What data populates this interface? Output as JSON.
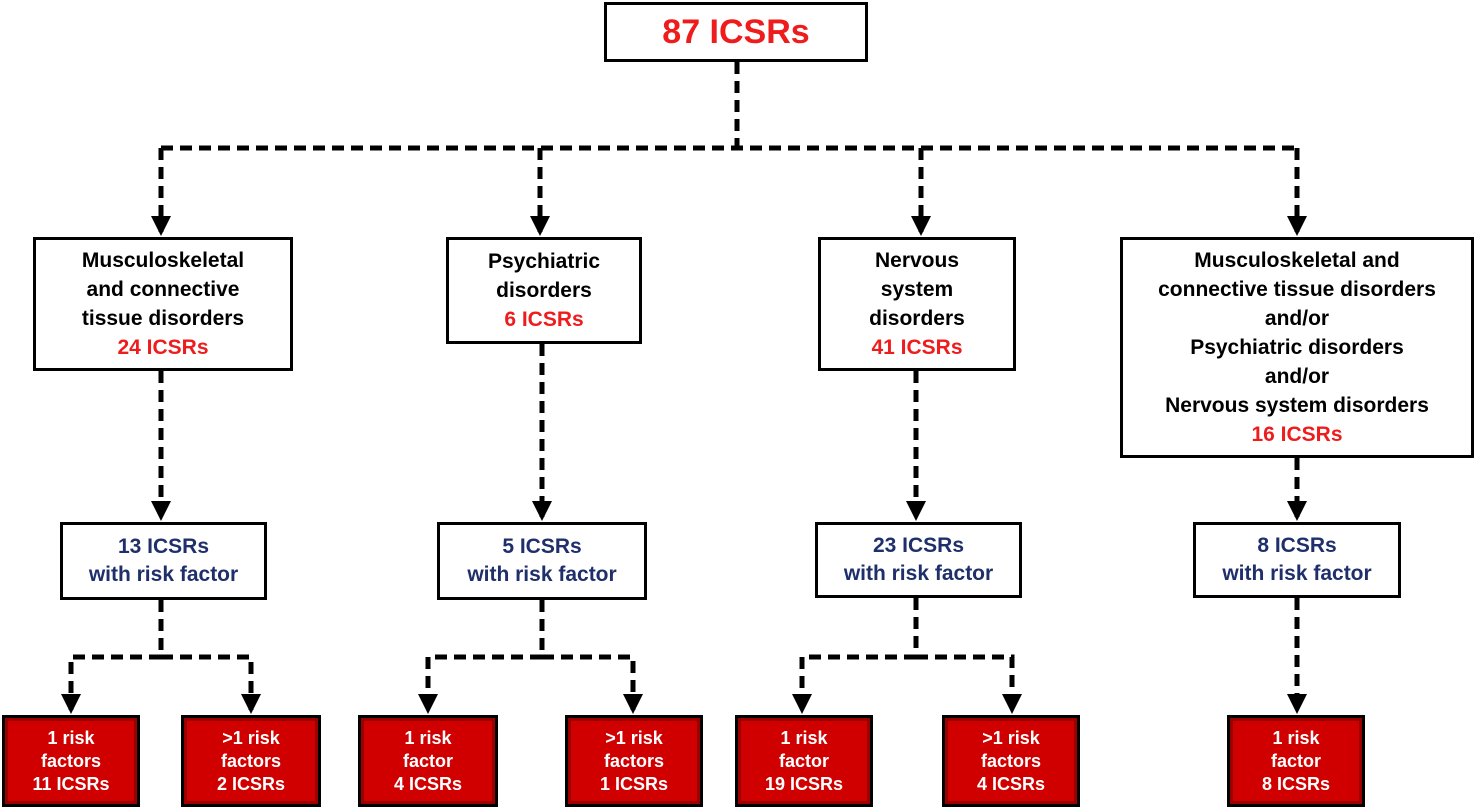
{
  "root": {
    "label": "87 ICSRs"
  },
  "categories": [
    {
      "lines": [
        "Musculoskeletal",
        "and connective",
        "tissue disorders"
      ],
      "count": "24 ICSRs"
    },
    {
      "lines": [
        "Psychiatric",
        "disorders"
      ],
      "count": "6 ICSRs"
    },
    {
      "lines": [
        "Nervous",
        "system",
        "disorders"
      ],
      "count": "41 ICSRs"
    },
    {
      "lines": [
        "Musculoskeletal and",
        "connective tissue disorders",
        "and/or",
        "Psychiatric disorders",
        "and/or",
        "Nervous system disorders"
      ],
      "count": "16 ICSRs"
    }
  ],
  "risk_factor_boxes": [
    {
      "count": "13 ICSRs",
      "label": "with risk factor"
    },
    {
      "count": "5 ICSRs",
      "label": "with risk factor"
    },
    {
      "count": "23 ICSRs",
      "label": "with risk factor"
    },
    {
      "count": "8 ICSRs",
      "label": "with risk factor"
    }
  ],
  "leaves": [
    {
      "line1": "1 risk",
      "line2": "factors",
      "count": "11 ICSRs"
    },
    {
      "line1": ">1 risk",
      "line2": "factors",
      "count": "2 ICSRs"
    },
    {
      "line1": "1 risk",
      "line2": "factor",
      "count": "4 ICSRs"
    },
    {
      "line1": ">1 risk",
      "line2": "factors",
      "count": "1 ICSRs"
    },
    {
      "line1": "1 risk",
      "line2": "factor",
      "count": "19 ICSRs"
    },
    {
      "line1": ">1 risk",
      "line2": "factors",
      "count": "4 ICSRs"
    },
    {
      "line1": "1 risk",
      "line2": "factor",
      "count": "8 ICSRs"
    }
  ],
  "colors": {
    "count_red": "#ee1c1c",
    "risk_navy": "#1f2f6b",
    "leaf_fill": "#d10000",
    "line": "#000000"
  }
}
